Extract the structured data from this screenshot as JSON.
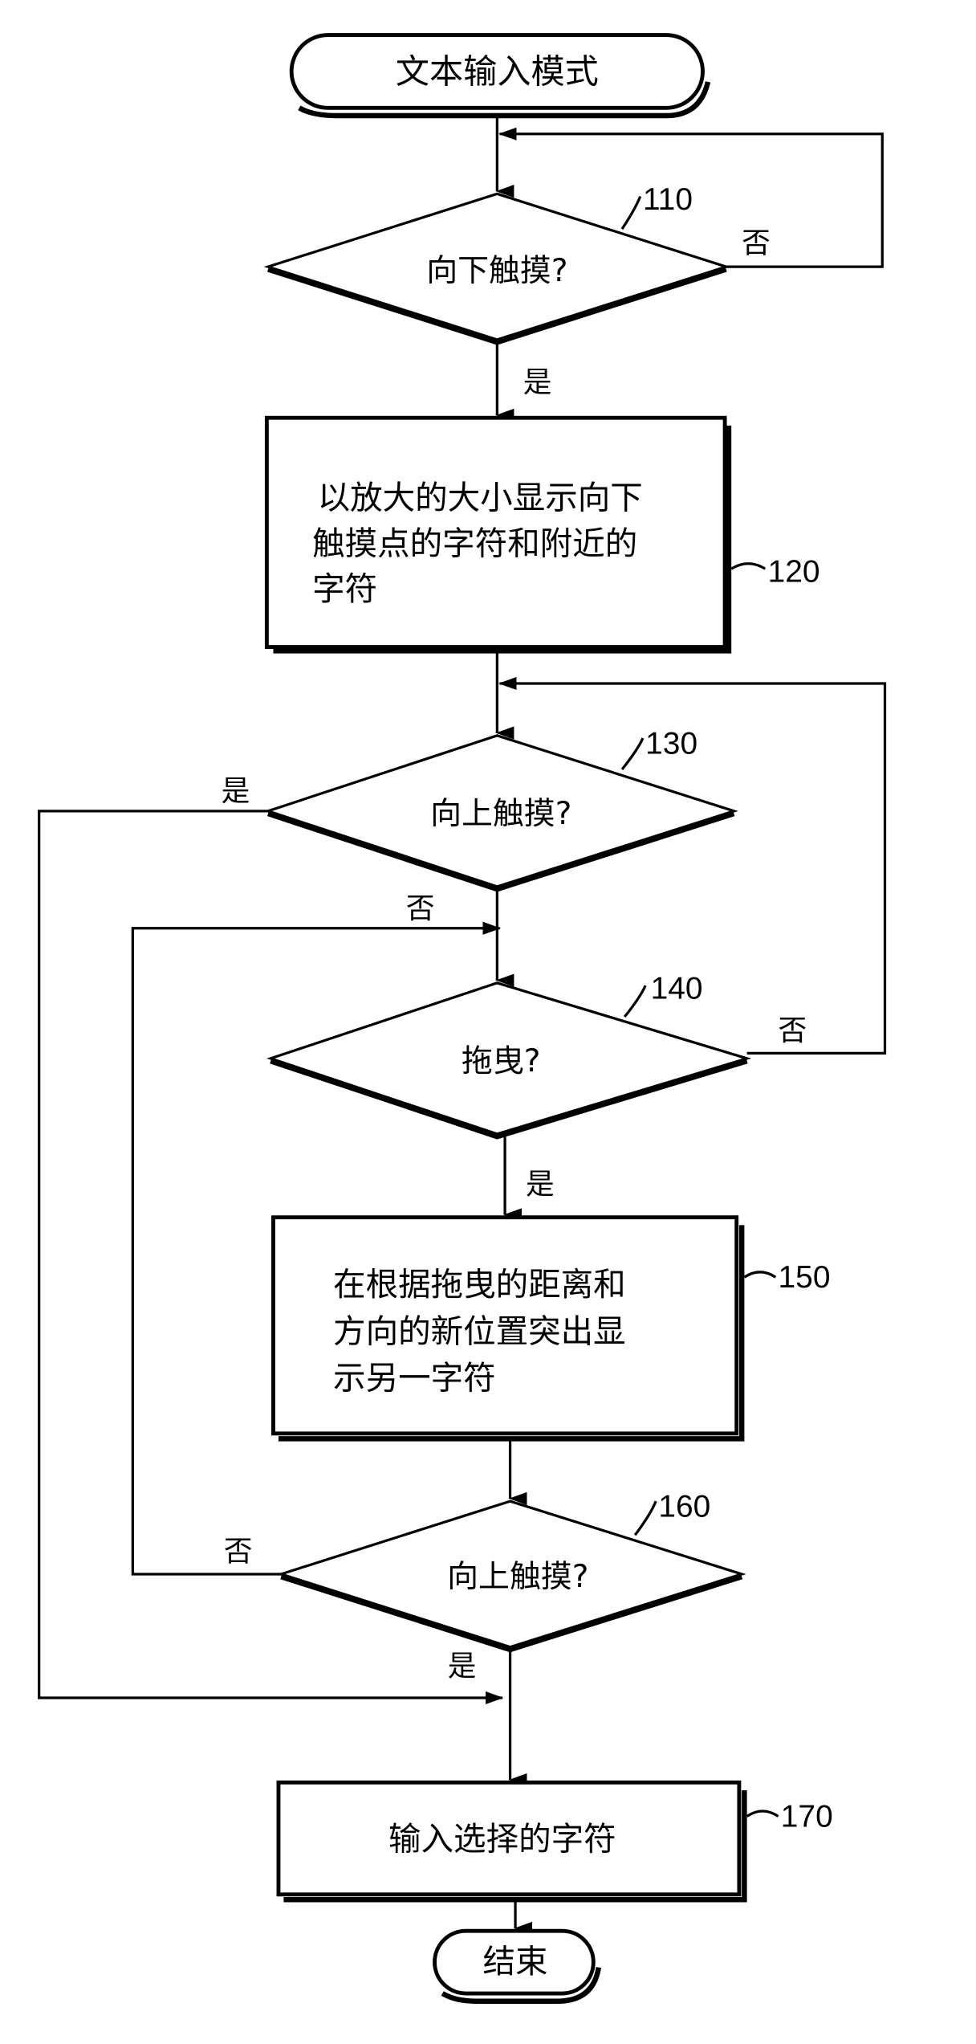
{
  "nodes": {
    "start": {
      "text": "文本输入模式"
    },
    "d110": {
      "text": "向下触摸?",
      "ref": "110"
    },
    "p120": {
      "lines": [
        "以放大的大小显示向下",
        "触摸点的字符和附近的",
        "字符"
      ],
      "ref": "120"
    },
    "d130": {
      "text": "向上触摸?",
      "ref": "130"
    },
    "d140": {
      "text": "拖曳?",
      "ref": "140"
    },
    "p150": {
      "lines": [
        "在根据拖曳的距离和",
        "方向的新位置突出显",
        "示另一字符"
      ],
      "ref": "150"
    },
    "d160": {
      "text": "向上触摸?",
      "ref": "160"
    },
    "p170": {
      "text": "输入选择的字符",
      "ref": "170"
    },
    "end": {
      "text": "结束"
    }
  },
  "edge_labels": {
    "d110_no": "否",
    "d110_yes": "是",
    "d130_yes": "是",
    "d130_no": "否",
    "d140_no": "否",
    "d140_yes": "是",
    "d160_no": "否",
    "d160_yes": "是"
  }
}
